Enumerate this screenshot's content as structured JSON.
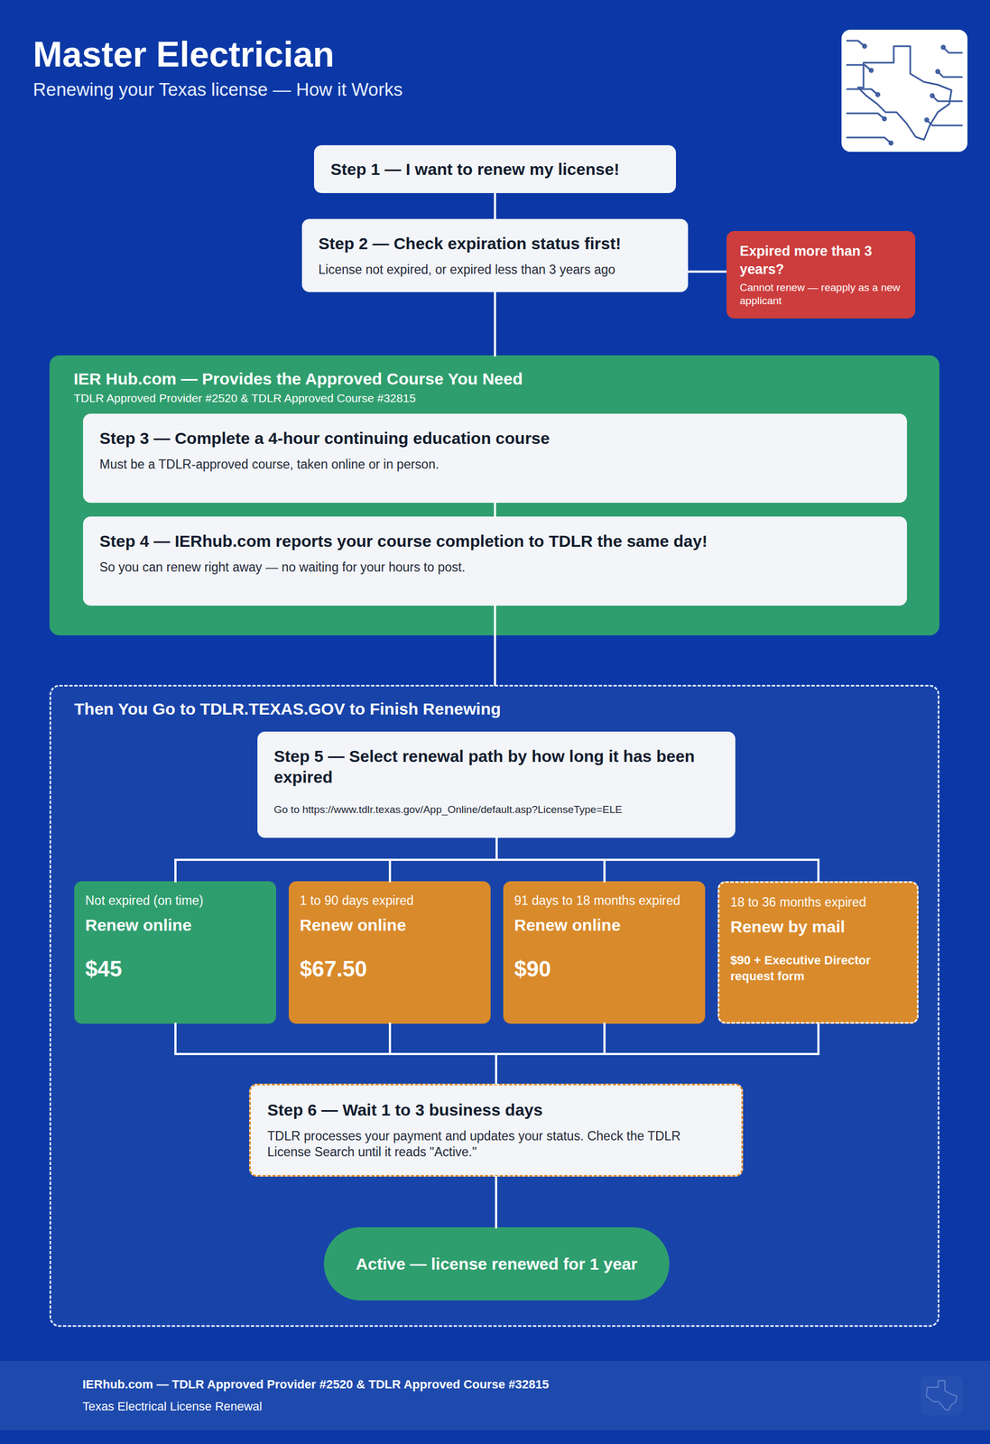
{
  "diagram": {
    "title": "Master Electrician",
    "nodes": [
      {
        "text": [
          "Step 1 — I want to renew my license!"
        ]
      },
      {
        "text": [
          "Step 2 — Check expiration status first!",
          "License not expired, or expired less than 3 years ago"
        ]
      },
      {
        "text": [
          "Expired more than 3 years?",
          "Cannot renew — reapply as a new applicant"
        ]
      },
      {
        "text": [
          "IER Hub.com — Provides the Approved Course You Need",
          "TDLR Approved Provider #2520 & TDLR Approved Course #32815"
        ]
      },
      {
        "text": [
          "Step 3 — Complete a 4-hour continuing education course",
          "Must be a TDLR-approved course, taken online or in person."
        ],
        "in": 3
      },
      {
        "text": [
          "Step 4 — IERhub.com reports your course completion to TDLR the same day!",
          "So you can renew right away — no waiting for your hours to post."
        ],
        "in": 3
      },
      {
        "text": [
          "Then You Go to TDLR.TEXAS.GOV to Finish Renewing"
        ]
      },
      {
        "text": [
          "Step 5 — Select renewal path by how long it has been expired",
          "Go to https://www.tdlr.texas.gov/App_Online/default.asp?LicenseType=ELE"
        ],
        "in": 6
      },
      {
        "text": [
          "Not expired (on time)",
          "Renew online",
          "$45"
        ],
        "in": 6
      },
      {
        "text": [
          "1 to 90 days expired",
          "Renew online",
          "$67.50"
        ],
        "in": 6
      },
      {
        "text": [
          "91 days to 18 months expired",
          "Renew online",
          "$90"
        ],
        "in": 6
      },
      {
        "text": [
          "18 to 36 months expired",
          "Renew by mail",
          "$90 + Executive Director request form"
        ],
        "in": 6
      },
      {
        "text": [
          "Step 6 — Wait 1 to 3 business days",
          "TDLR processes your payment and updates your status. Check the TDLR License Search until it reads \"Active.\""
        ],
        "in": 6
      },
      {
        "text": [
          "Active — license renewed for 1 year"
        ],
        "in": 6
      },
      {
        "text": [
          "IERhub.com — TDLR Approved Provider #2520 & TDLR Approved Course #32815",
          "Texas Electrical License Renewal"
        ]
      }
    ],
    "edges": [
      {
        "from": 0,
        "to": 1,
        "arrow": "none"
      },
      {
        "from": 1,
        "to": 2,
        "arrow": "none"
      },
      {
        "from": 1,
        "to": 3,
        "arrow": "none"
      },
      {
        "from": 4,
        "to": 5,
        "arrow": "none"
      },
      {
        "from": 5,
        "to": 6,
        "arrow": "none"
      },
      {
        "from": 7,
        "to": 8,
        "arrow": "none"
      },
      {
        "from": 7,
        "to": 9,
        "arrow": "none"
      },
      {
        "from": 7,
        "to": 10,
        "arrow": "none"
      },
      {
        "from": 7,
        "to": 11,
        "arrow": "none"
      },
      {
        "from": 8,
        "to": 12,
        "arrow": "none"
      },
      {
        "from": 9,
        "to": 12,
        "arrow": "none"
      },
      {
        "from": 10,
        "to": 12,
        "arrow": "none"
      },
      {
        "from": 11,
        "to": 12,
        "arrow": "none"
      },
      {
        "from": 12,
        "to": 13,
        "arrow": "none"
      }
    ],
    "labels": [
      "Renewing your Texas license — How it Works"
    ]
  }
}
